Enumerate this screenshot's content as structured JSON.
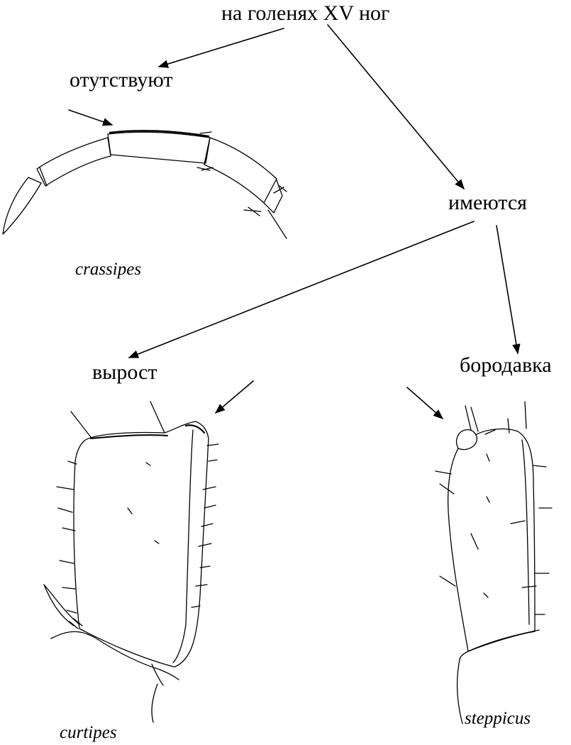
{
  "key": {
    "question": "на голенях XV ног",
    "absent": "отутствуют",
    "present": "имеются",
    "outgrowth": "вырост",
    "wart": "бородавка"
  },
  "species": {
    "crassipes": "crassipes",
    "curtipes": "curtipes",
    "steppicus": "steppicus"
  }
}
